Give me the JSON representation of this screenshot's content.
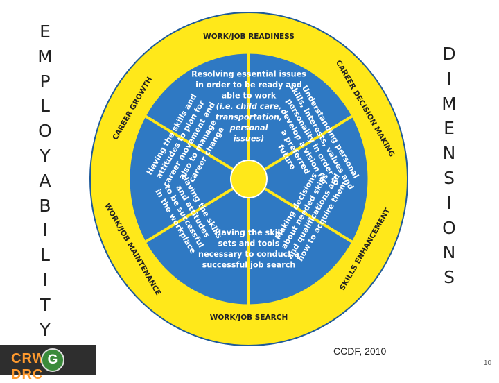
{
  "left_word": [
    "E",
    "M",
    "P",
    "L",
    "O",
    "Y",
    "A",
    "B",
    "I",
    "L",
    "I",
    "T",
    "Y"
  ],
  "right_word": [
    "D",
    "I",
    "M",
    "E",
    "N",
    "S",
    "I",
    "O",
    "N",
    "S"
  ],
  "ring_labels": {
    "top": "WORK/JOB READINESS",
    "top_right": "CAREER DECISION MAKING",
    "bottom_right": "SKILLS ENHANCEMENT",
    "bottom": "WORK/JOB SEARCH",
    "bottom_left": "WORK/JOB MAINTENANCE",
    "top_left": "CAREER GROWTH"
  },
  "segments": {
    "top": [
      "Resolving essential issues",
      "in order to be ready and",
      "able to work",
      "(i.e. child care,",
      "transportation,",
      "personal",
      "issues)"
    ],
    "top_right": [
      "Understanding personal",
      "skills, interests, values and",
      "personality in order to",
      "develop a vision for",
      "a preferred",
      "future"
    ],
    "bottom_right": [
      "Making decisions",
      "about needed skills",
      "and qualifications and",
      "how to acquire them"
    ],
    "bottom": [
      "Having the skill",
      "sets and tools",
      "necessary to conduct a",
      "successful job search"
    ],
    "bottom_left": [
      "Having the skills",
      "and attitudes",
      "to be successful",
      "in the workplace"
    ],
    "top_left": [
      "Having the skills and",
      "attitudes to plan for",
      "career movement and",
      "also to manage",
      "career change"
    ]
  },
  "caption": "CCDF, 2010",
  "page_number": "10",
  "logo": {
    "left": "CRW",
    "middle": "G",
    "right": "DRC"
  },
  "colors": {
    "ring": "#ffe81a",
    "inner": "#2f79c3",
    "divider": "#ffe81a",
    "hub": "#ffe81a",
    "ring_text": "#222222",
    "inner_text": "#ffffff"
  }
}
